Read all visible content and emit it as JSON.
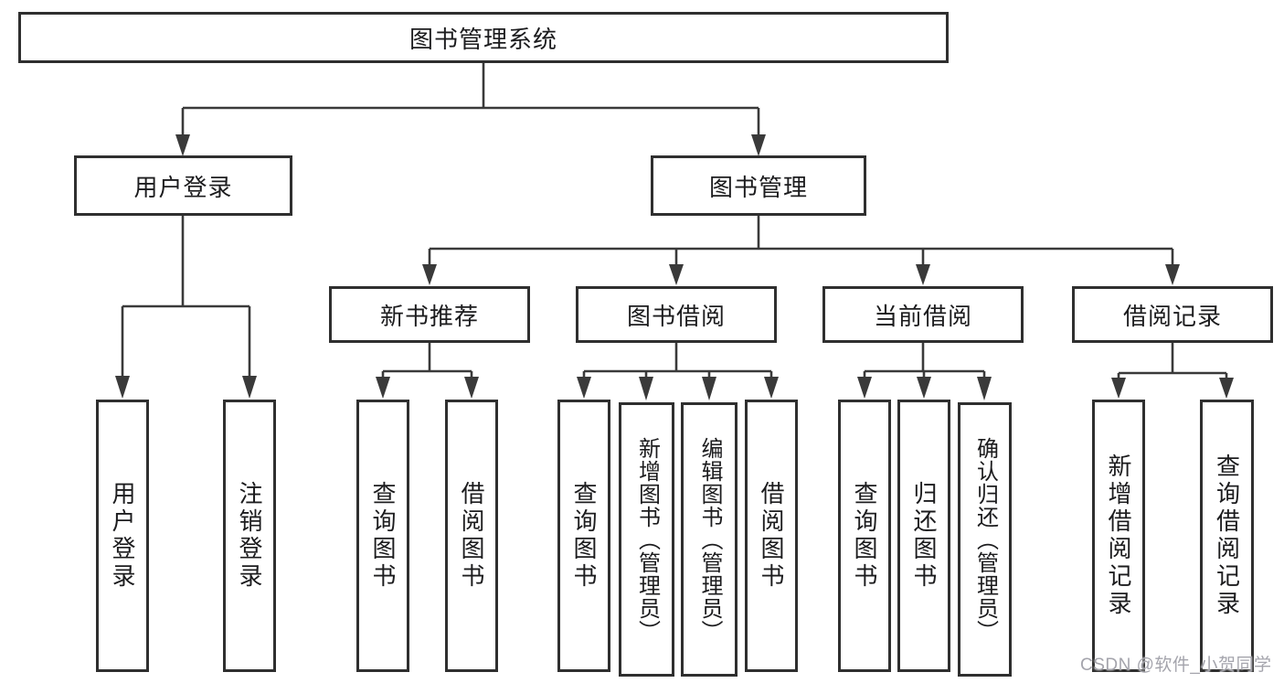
{
  "diagram": {
    "root": {
      "label": "图书管理系统"
    },
    "level2": [
      {
        "label": "用户登录"
      },
      {
        "label": "图书管理"
      }
    ],
    "level3": [
      {
        "label": "新书推荐"
      },
      {
        "label": "图书借阅"
      },
      {
        "label": "当前借阅"
      },
      {
        "label": "借阅记录"
      }
    ],
    "leaves": [
      {
        "label": "用户登录"
      },
      {
        "label": "注销登录"
      },
      {
        "label": "查询图书"
      },
      {
        "label": "借阅图书"
      },
      {
        "label": "查询图书"
      },
      {
        "label": "新增图书（管理员）"
      },
      {
        "label": "编辑图书（管理员）"
      },
      {
        "label": "借阅图书"
      },
      {
        "label": "查询图书"
      },
      {
        "label": "归还图书"
      },
      {
        "label": "确认归还（管理员）"
      },
      {
        "label": "新增借阅记录"
      },
      {
        "label": "查询借阅记录"
      }
    ],
    "colors": {
      "line": "#3a3a3a",
      "border": "#2f2f2f",
      "text": "#1c1c1e",
      "background": "#ffffff"
    }
  },
  "watermark": {
    "text": "CSDN @软件_小贺同学"
  }
}
